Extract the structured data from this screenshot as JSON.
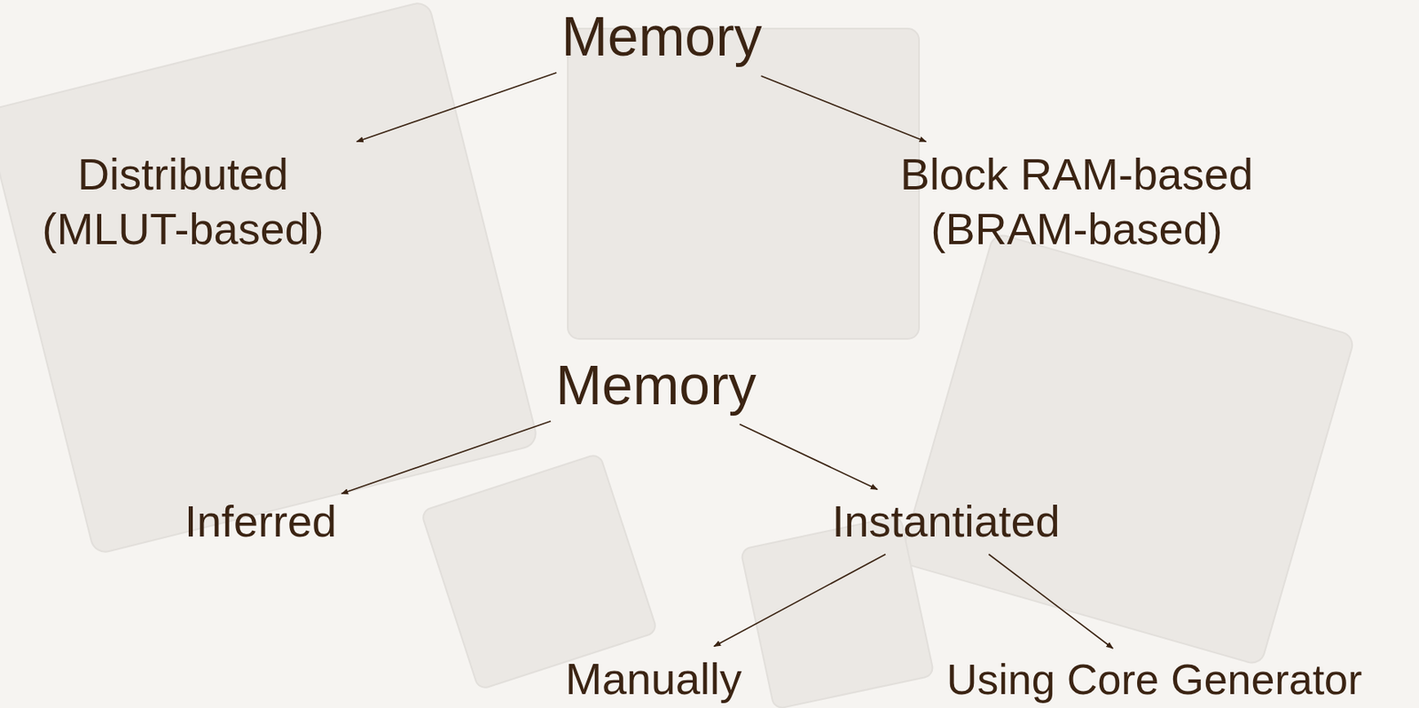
{
  "diagram": {
    "nodes": [
      {
        "text": [
          "Memory"
        ]
      },
      {
        "text": [
          "Distributed (MLUT-based)"
        ]
      },
      {
        "text": [
          "Block RAM-based (BRAM-based)"
        ]
      },
      {
        "text": [
          "Memory"
        ]
      },
      {
        "text": [
          "Inferred"
        ]
      },
      {
        "text": [
          "Instantiated"
        ]
      },
      {
        "text": [
          "Manually"
        ]
      },
      {
        "text": [
          "Using Core Generator"
        ]
      }
    ],
    "edges": [
      {
        "from": 0,
        "to": 1,
        "arrow": "to"
      },
      {
        "from": 0,
        "to": 2,
        "arrow": "to"
      },
      {
        "from": 3,
        "to": 4,
        "arrow": "to"
      },
      {
        "from": 3,
        "to": 5,
        "arrow": "to"
      },
      {
        "from": 5,
        "to": 6,
        "arrow": "to"
      },
      {
        "from": 5,
        "to": 7,
        "arrow": "to"
      }
    ]
  }
}
